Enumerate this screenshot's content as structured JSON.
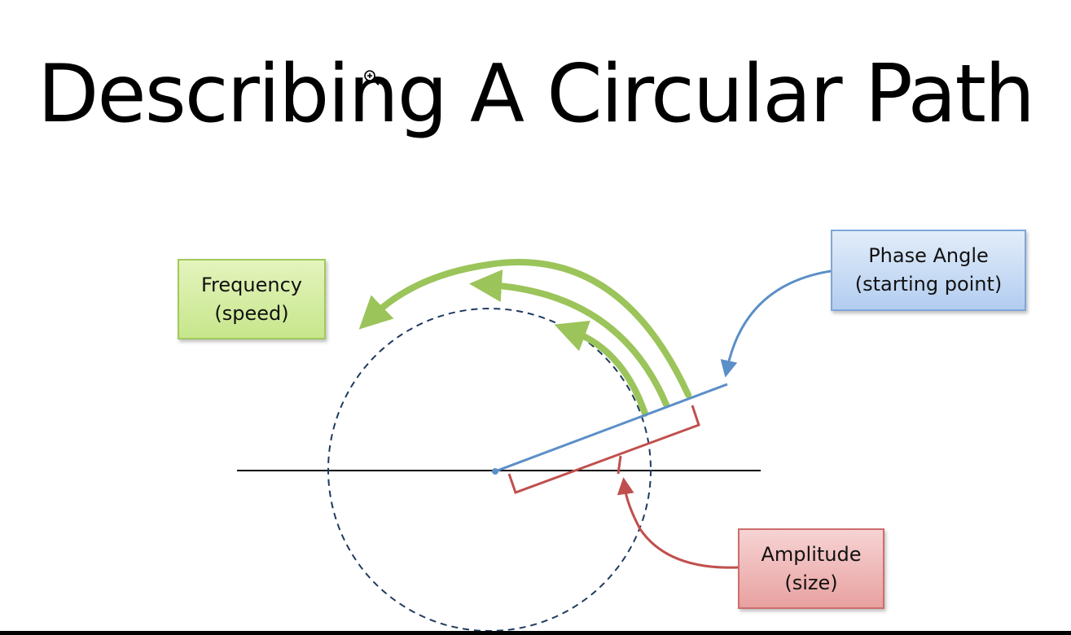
{
  "title": "Describing A Circular Path",
  "labels": {
    "frequency": {
      "line1": "Frequency",
      "line2": "(speed)"
    },
    "phase": {
      "line1": "Phase Angle",
      "line2": "(starting point)"
    },
    "amplitude": {
      "line1": "Amplitude",
      "line2": "(size)"
    }
  },
  "colors": {
    "frequency_arrow": "#9bc45a",
    "phase_line": "#5b8fc7",
    "amplitude_bracket": "#c0504d",
    "circle": "#1f3a5f",
    "axis": "#000000"
  },
  "icons": {
    "cursor": "zoom-in-cursor-icon"
  }
}
